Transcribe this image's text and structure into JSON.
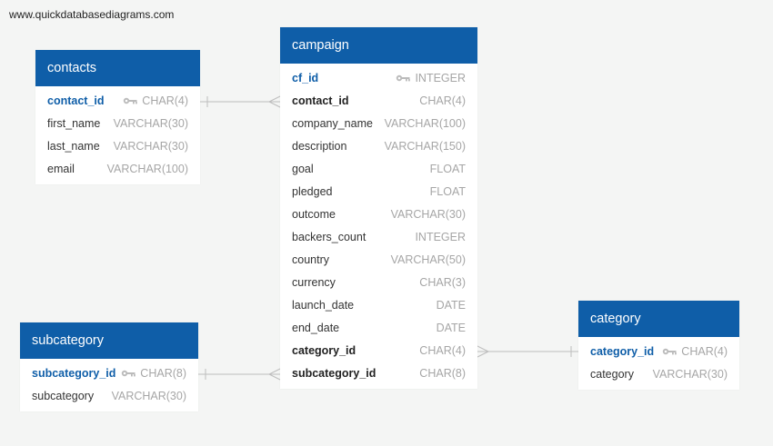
{
  "watermark": "www.quickdatabasediagrams.com",
  "colors": {
    "header": "#0f5ea8",
    "type_text": "#a6a6a6",
    "line": "#bdbdbd"
  },
  "tables": {
    "contacts": {
      "title": "contacts",
      "columns": [
        {
          "name": "contact_id",
          "type": "CHAR(4)",
          "pk": true
        },
        {
          "name": "first_name",
          "type": "VARCHAR(30)"
        },
        {
          "name": "last_name",
          "type": "VARCHAR(30)"
        },
        {
          "name": "email",
          "type": "VARCHAR(100)"
        }
      ]
    },
    "campaign": {
      "title": "campaign",
      "columns": [
        {
          "name": "cf_id",
          "type": "INTEGER",
          "pk": true
        },
        {
          "name": "contact_id",
          "type": "CHAR(4)",
          "fk": true
        },
        {
          "name": "company_name",
          "type": "VARCHAR(100)"
        },
        {
          "name": "description",
          "type": "VARCHAR(150)"
        },
        {
          "name": "goal",
          "type": "FLOAT"
        },
        {
          "name": "pledged",
          "type": "FLOAT"
        },
        {
          "name": "outcome",
          "type": "VARCHAR(30)"
        },
        {
          "name": "backers_count",
          "type": "INTEGER"
        },
        {
          "name": "country",
          "type": "VARCHAR(50)"
        },
        {
          "name": "currency",
          "type": "CHAR(3)"
        },
        {
          "name": "launch_date",
          "type": "DATE"
        },
        {
          "name": "end_date",
          "type": "DATE"
        },
        {
          "name": "category_id",
          "type": "CHAR(4)",
          "fk": true
        },
        {
          "name": "subcategory_id",
          "type": "CHAR(8)",
          "fk": true
        }
      ]
    },
    "subcategory": {
      "title": "subcategory",
      "columns": [
        {
          "name": "subcategory_id",
          "type": "CHAR(8)",
          "pk": true
        },
        {
          "name": "subcategory",
          "type": "VARCHAR(30)"
        }
      ]
    },
    "category": {
      "title": "category",
      "columns": [
        {
          "name": "category_id",
          "type": "CHAR(4)",
          "pk": true
        },
        {
          "name": "category",
          "type": "VARCHAR(30)"
        }
      ]
    }
  }
}
